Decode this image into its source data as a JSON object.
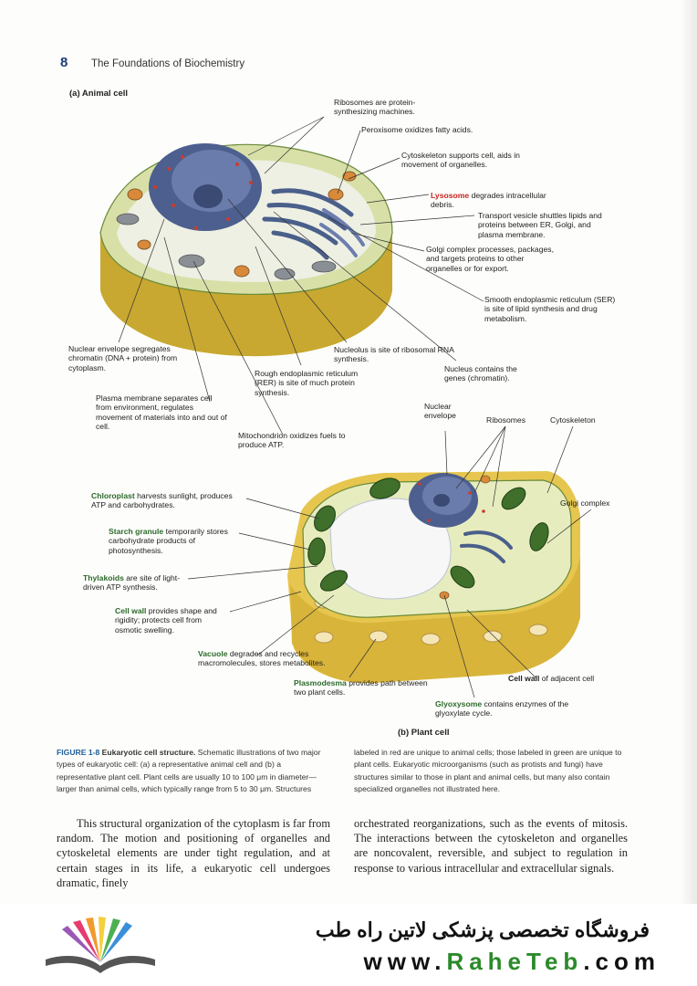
{
  "header": {
    "page_number": "8",
    "running_title": "The Foundations of Biochemistry"
  },
  "panel_a_label": "(a)  Animal cell",
  "panel_b_label": "(b) Plant cell",
  "animal_labels": {
    "ribosomes": "Ribosomes are protein-synthesizing machines.",
    "peroxisome": "Peroxisome oxidizes fatty acids.",
    "cytoskeleton": "Cytoskeleton supports cell, aids in movement of organelles.",
    "lysosome_term": "Lysosome",
    "lysosome_rest": "degrades intracellular debris.",
    "transport_vesicle": "Transport vesicle shuttles lipids and proteins between ER, Golgi, and plasma membrane.",
    "golgi": "Golgi complex processes, packages, and targets proteins to other organelles or for export.",
    "ser": "Smooth endoplasmic reticulum (SER) is site of lipid synthesis and drug metabolism.",
    "nuclear_envelope": "Nuclear envelope segregates chromatin (DNA + protein) from cytoplasm.",
    "nucleolus": "Nucleolus is site of ribosomal RNA synthesis.",
    "nucleus": "Nucleus contains the genes (chromatin).",
    "rer": "Rough endoplasmic reticulum (RER) is site of much protein synthesis.",
    "plasma_membrane": "Plasma membrane separates cell from environment, regulates movement of materials into and out of cell.",
    "mitochondrion": "Mitochondrion oxidizes fuels to produce ATP."
  },
  "plant_labels": {
    "nuclear_envelope": "Nuclear envelope",
    "ribosomes": "Ribosomes",
    "cytoskeleton": "Cytoskeleton",
    "golgi": "Golgi complex",
    "chloroplast_term": "Chloroplast",
    "chloroplast_rest": "harvests sunlight, produces ATP and carbohydrates.",
    "starch_term": "Starch granule",
    "starch_rest": "temporarily stores carbohydrate products of photosynthesis.",
    "thylakoids_term": "Thylakoids",
    "thylakoids_rest": "are site of light-driven ATP synthesis.",
    "cellwall_term": "Cell wall",
    "cellwall_rest": "provides shape and rigidity; protects cell from osmotic swelling.",
    "vacuole_term": "Vacuole",
    "vacuole_rest": "degrades and recycles macromolecules, stores metabolites.",
    "plasmodesma_term": "Plasmodesma",
    "plasmodesma_rest": "provides path between two plant cells.",
    "cellwall_adj_term": "Cell wall",
    "cellwall_adj_rest": "of adjacent cell",
    "glyoxysome_term": "Glyoxysome",
    "glyoxysome_rest": "contains enzymes of the glyoxylate cycle."
  },
  "caption": {
    "figure": "FIGURE 1-8",
    "title": "Eukaryotic cell structure.",
    "left": "Schematic illustrations of two major types of eukaryotic cell: (a) a representative animal cell and (b) a representative plant cell. Plant cells are usually 10 to 100 μm in diameter—larger than animal cells, which typically range from 5 to 30 μm. Structures",
    "right": "labeled in red are unique to animal cells; those labeled in green are unique to plant cells. Eukaryotic microorganisms (such as protists and fungi) have structures similar to those in plant and animal cells, but many also contain specialized organelles not illustrated here."
  },
  "body": {
    "left": "This structural organization of the cytoplasm is far from random. The motion and positioning of organelles and cytoskeletal elements are under tight regulation, and at certain stages in its life, a eukaryotic cell undergoes dramatic, finely",
    "right": "orchestrated reorganizations, such as the events of mitosis. The interactions between the cytoskeleton and organelles are noncovalent, reversible, and subject to regulation in response to various intracellular and extracellular signals."
  },
  "footer": {
    "shop_name": "فروشگاه تخصصی پزشکی لاتین راه طب",
    "url_prefix": "www.",
    "url_accent": "RaheTeb",
    "url_suffix": ".com"
  },
  "colors": {
    "accent_blue": "#1d5d9c",
    "animal_only_red": "#c8231f",
    "plant_only_green": "#2d6a2b"
  }
}
